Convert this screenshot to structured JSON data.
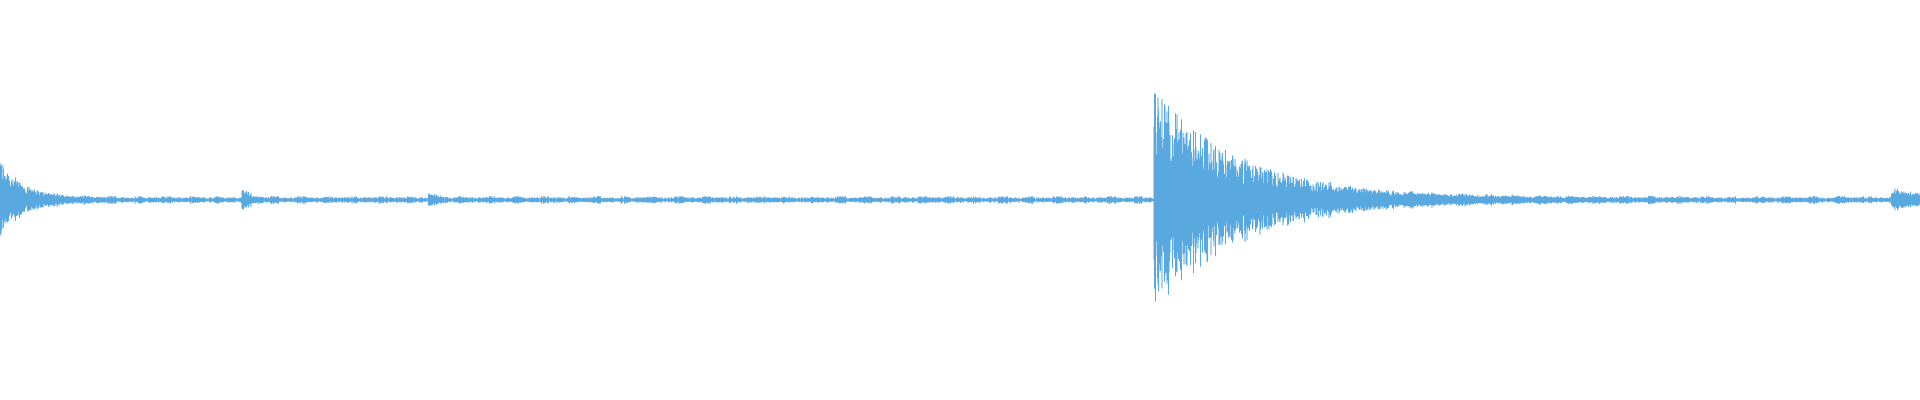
{
  "waveform": {
    "color": "#5aa8e0",
    "background": "#ffffff",
    "duration_fraction_events": [
      {
        "at": 0.0,
        "amplitude": 0.22,
        "decay": 0.012
      },
      {
        "at": 0.126,
        "amplitude": 0.06,
        "decay": 0.004
      },
      {
        "at": 0.223,
        "amplitude": 0.05,
        "decay": 0.003
      },
      {
        "at": 0.601,
        "amplitude": 0.62,
        "decay": 0.045
      },
      {
        "at": 0.986,
        "amplitude": 0.05,
        "decay": 0.02
      }
    ],
    "baseline_amplitude": 0.012
  }
}
